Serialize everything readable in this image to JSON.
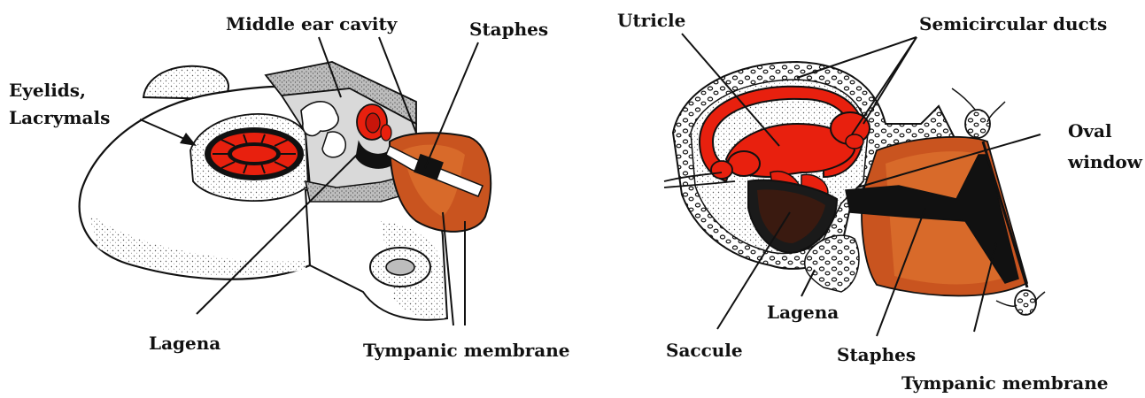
{
  "left_panel": {
    "labels": {
      "middle_ear_cavity": "Middle ear cavity",
      "staphes": "Staphes",
      "eyelids_line1": "Eyelids,",
      "eyelids_line2": "Lacrymals",
      "lagena": "Lagena",
      "tympanic_membrane": "Tympanic membrane"
    }
  },
  "right_panel": {
    "labels": {
      "utricle": "Utricle",
      "semicircular_ducts": "Semicircular ducts",
      "oval_window_line1": "Oval",
      "oval_window_line2": "window",
      "lagena": "Lagena",
      "saccule": "Saccule",
      "staphes": "Staphes",
      "tympanic_membrane": "Tympanic membrane"
    }
  },
  "colors": {
    "tissue_red": "#e8200e",
    "tympanum_orange": "#c9541f",
    "cartilage_gray": "#bdbdbd",
    "outline": "#111111"
  }
}
